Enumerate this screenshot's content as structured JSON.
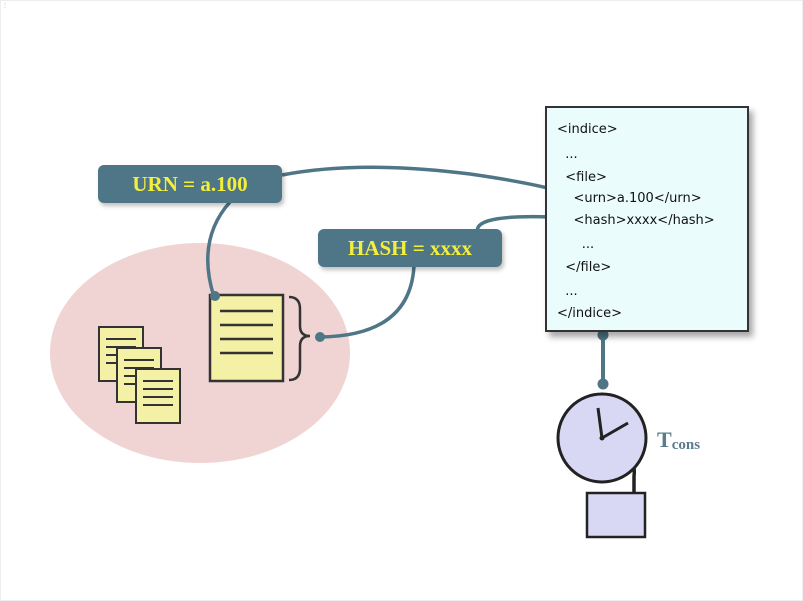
{
  "labels": {
    "urn": "URN = a.100",
    "hash": "HASH = xxxx"
  },
  "xml_lines": [
    "<indice>",
    "  ...",
    "  <file>",
    "    <urn>a.100</urn>",
    "    <hash>xxxx</hash>",
    "      ...",
    "  </file>",
    "  ...",
    "</indice>"
  ],
  "clock": {
    "label_main": "T",
    "label_sub": "cons"
  },
  "colors": {
    "label_bg": "#4f7686",
    "label_text": "#f3ef3c",
    "connector": "#4f7686",
    "ellipse": "#f0d3d3",
    "document": "#f4f0a6",
    "clock_face": "#d8d8f4",
    "xml_bg": "#ebfcfc"
  },
  "icons": [
    "document-stack-icon",
    "document-icon",
    "brace-icon",
    "clock-icon",
    "lock-icon"
  ]
}
